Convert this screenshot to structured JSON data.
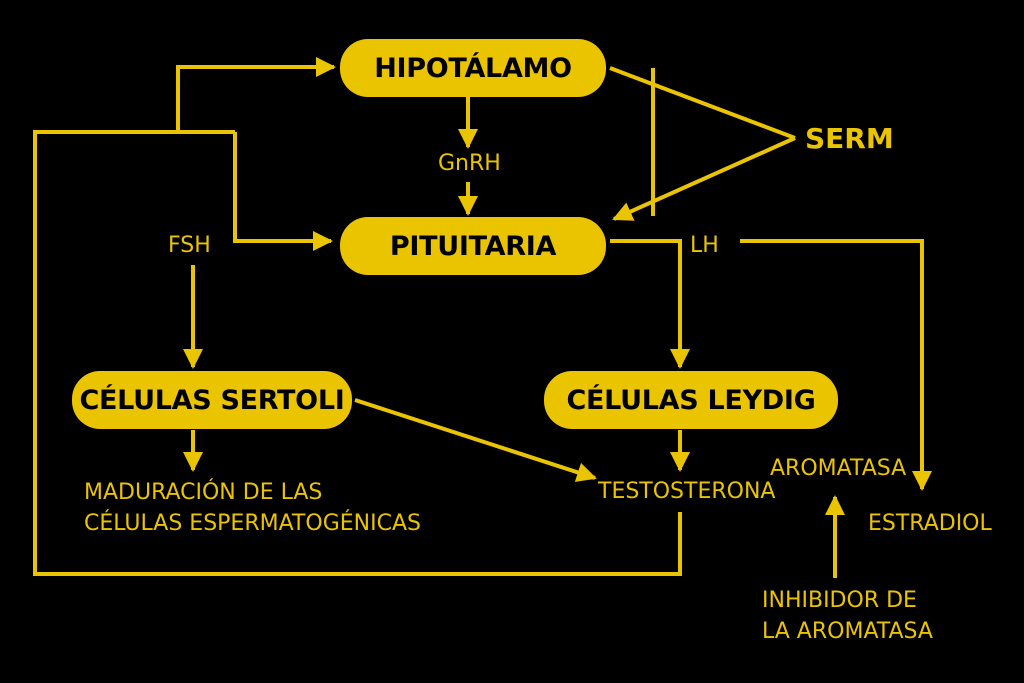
{
  "colors": {
    "background": "#000000",
    "accent": "#EBC400",
    "node_text": "#000000"
  },
  "nodes": {
    "hipotalamo": "HIPOTÁLAMO",
    "pituitaria": "PITUITARIA",
    "sertoli": "CÉLULAS SERTOLI",
    "leydig": "CÉLULAS LEYDIG"
  },
  "labels": {
    "gnrh": "GnRH",
    "fsh": "FSH",
    "lh": "LH",
    "serm": "SERM",
    "maduracion_1": "MADURACIÓN DE LAS",
    "maduracion_2": "CÉLULAS ESPERMATOGÉNICAS",
    "testosterona": "TESTOSTERONA",
    "aromatasa": "AROMATASA",
    "estradiol": "ESTRADIOL",
    "inhibidor_1": "INHIBIDOR DE",
    "inhibidor_2": "LA AROMATASA"
  }
}
